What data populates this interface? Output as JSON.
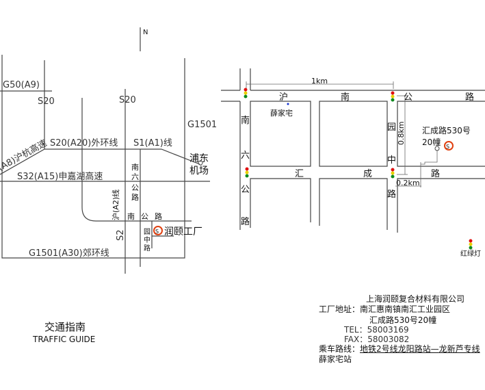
{
  "north_label": "N",
  "left_map": {
    "roads": {
      "g50": "G50(A9)",
      "s20_a": "S20",
      "s20_b": "S20",
      "g1501": "G1501",
      "s20_outer": "S20(A20)外环线",
      "s1": "S1(A1)线",
      "a8": "(A8)沪杭高速",
      "s32": "S32(A15)申嘉湖高速",
      "nanliu": [
        "南",
        "六",
        "公",
        "路"
      ],
      "a2": "沪(A2)线",
      "hunan": [
        "南",
        "公",
        "路"
      ],
      "s2": "S2",
      "yuanzhong": [
        "园",
        "中",
        "路"
      ],
      "g1501_a30": "G1501(A30)郊环线"
    },
    "airport": [
      "浦东",
      "机场"
    ],
    "factory": "润颐工厂"
  },
  "right_map": {
    "scale_1km": "1km",
    "scale_08km": "0.8km",
    "scale_02km": "0.2km",
    "hunan_road": [
      "沪",
      "南",
      "公",
      "路"
    ],
    "nanliu_road": [
      "南",
      "六",
      "公",
      "路"
    ],
    "huicheng_road": [
      "汇",
      "成",
      "路"
    ],
    "yuanzhong_road": [
      "园",
      "中",
      "路"
    ],
    "xuejiazhai": "薛家宅",
    "address_line1": "汇成路530号",
    "address_line2": "20幢",
    "legend_traffic_light": "红绿灯"
  },
  "colors": {
    "red": "#e01010",
    "yellow": "#e8d000",
    "green": "#108a20",
    "blue_dot": "#1030d0"
  },
  "title": {
    "cn": "交通指南",
    "en": "TRAFFIC GUIDE"
  },
  "company": {
    "name": "上海润颐复合材料有限公司",
    "address_label": "工厂地址：",
    "address1": "南汇惠南镇南汇工业园区",
    "address2": "汇成路530号20幢",
    "tel": "TEL：58003169",
    "fax": "FAX：58003082",
    "route_label": "乘车路线：",
    "route1": "地铁2号线龙阳路站—",
    "route2": "龙新芦专线",
    "route3": "薛家宅站"
  }
}
